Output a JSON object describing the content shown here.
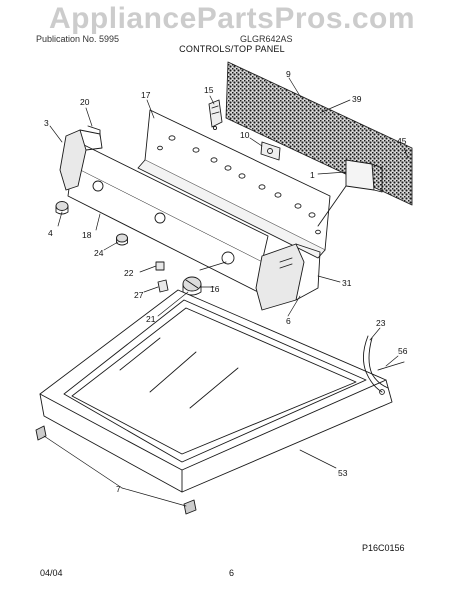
{
  "watermark": "AppliancePartsPros.com",
  "header": {
    "left": "Publication No. 5995",
    "right": "GLGR642AS",
    "section_title": "CONTROLS/TOP PANEL"
  },
  "callouts": {
    "c9": "9",
    "c39": "39",
    "c45": "45",
    "c15": "15",
    "c17": "17",
    "c20": "20",
    "c3": "3",
    "c10": "10",
    "c1": "1",
    "c4": "4",
    "c18": "18",
    "c24": "24",
    "c22": "22",
    "c16": "16",
    "c27": "27",
    "c31": "31",
    "c21": "21",
    "c6": "6",
    "c23": "23",
    "c56": "56",
    "c53": "53",
    "c7": "7"
  },
  "figure_id": "P16C0156",
  "footer": {
    "date": "04/04",
    "page": "6"
  }
}
